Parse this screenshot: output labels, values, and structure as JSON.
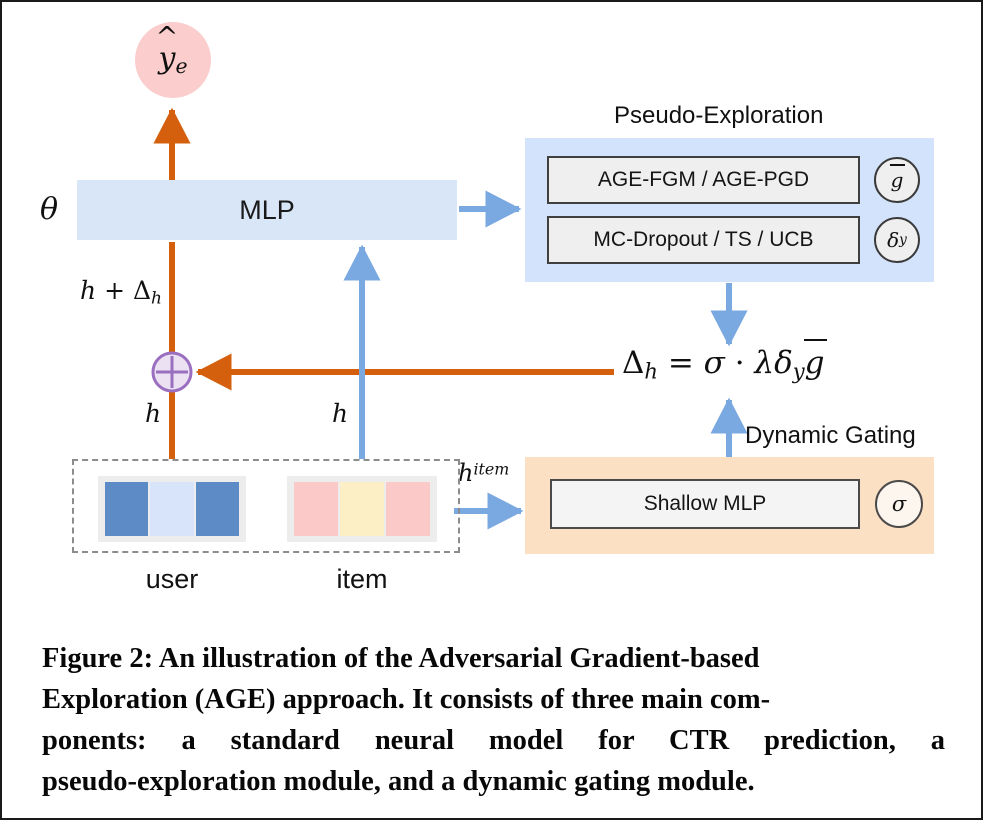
{
  "figure": {
    "output_node": {
      "label": "ŷₑ",
      "symbol_base": "y",
      "symbol_sub": "e",
      "fill": "#fbcdcd"
    },
    "model": {
      "mlp_label": "MLP",
      "params_label": "θ",
      "fill": "#d9e6f8"
    },
    "pseudo_exploration": {
      "title": "Pseudo-Exploration",
      "panel_color": "#d3e3fb",
      "rows": [
        {
          "label": "AGE-FGM / AGE-PGD",
          "circle": "g⃗",
          "circle_base": "g"
        },
        {
          "label": "MC-Dropout / TS / UCB",
          "circle": "δ_y",
          "circle_base": "δ",
          "circle_sub": "y"
        }
      ]
    },
    "dynamic_gating": {
      "title": "Dynamic Gating",
      "panel_color": "#fce0c4",
      "row_label": "Shallow MLP",
      "circle": "σ"
    },
    "delta_formula": {
      "lhs_base": "Δ",
      "lhs_sub": "h",
      "eq": "=",
      "sigma": "σ",
      "dot": "·",
      "lambda": "λ",
      "delta_base": "δ",
      "delta_sub": "y",
      "g": "g"
    },
    "labels": {
      "h_plus_delta": {
        "h": "h",
        "plus": "+",
        "delta_base": "Δ",
        "delta_sub": "h"
      },
      "h_left": "h",
      "h_mid": "h",
      "h_item_base": "h",
      "h_item_sup": "item"
    },
    "embeddings": {
      "user": {
        "caption": "user",
        "cells": [
          "#5c8bc6",
          "#d8e4f9",
          "#5c8bc6"
        ],
        "tray": "#ededed"
      },
      "item": {
        "caption": "item",
        "cells": [
          "#fcc9c9",
          "#fdefc5",
          "#fcc9c9"
        ],
        "tray": "#ededed"
      },
      "dashed_border": "#8c8c8c"
    },
    "colors": {
      "orange_arrow": "#d4600e",
      "blue_arrow": "#7aa8e0",
      "plus_node_fill": "#ece0f3",
      "plus_node_stroke": "#9a6fc0"
    }
  },
  "caption": {
    "line1": "Figure 2: An illustration of the Adversarial Gradient-based",
    "line2": "Exploration (AGE) approach. It consists of three main com-",
    "line3": "ponents: a standard neural model for CTR prediction, a",
    "line4": "pseudo-exploration module, and a dynamic gating module."
  }
}
